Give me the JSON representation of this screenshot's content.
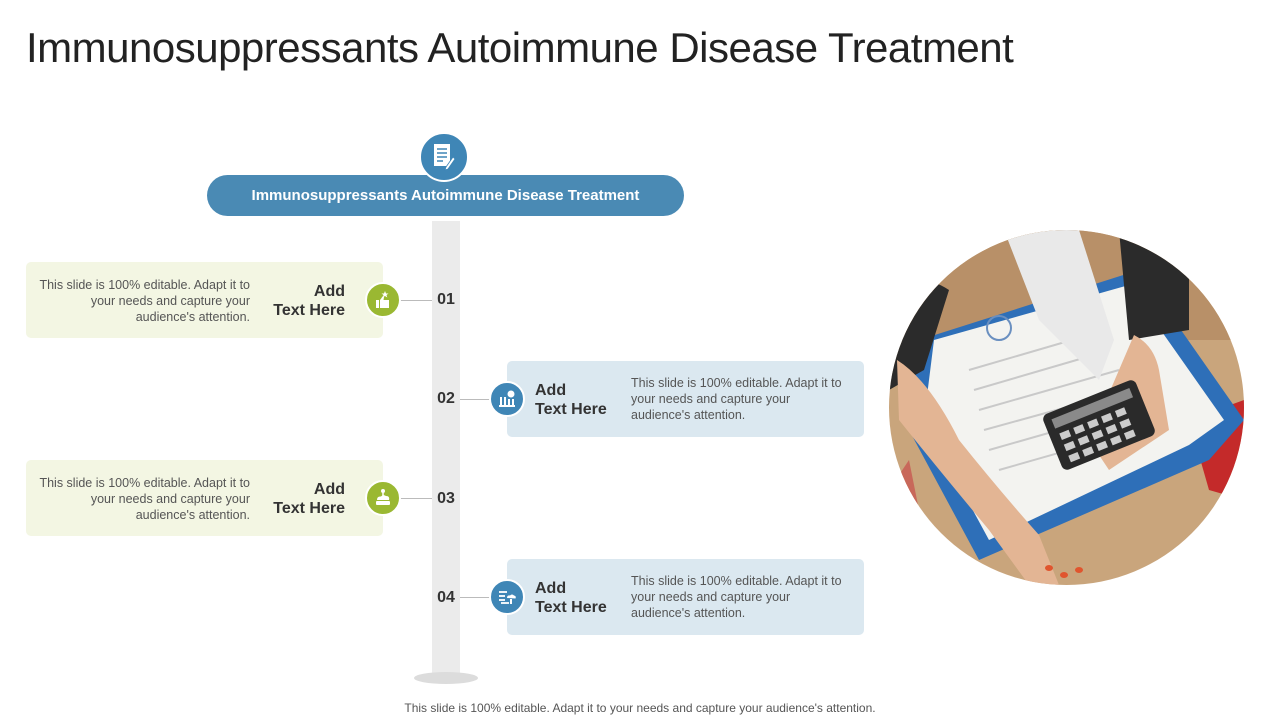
{
  "slide": {
    "title": "Immunosuppressants Autoimmune Disease Treatment",
    "header_label": "Immunosuppressants Autoimmune Disease Treatment",
    "header_icon": "document-icon",
    "items": [
      {
        "number": "01",
        "heading_line1": "Add",
        "heading_line2": "Text Here",
        "description": "This slide is 100% editable. Adapt it to your needs and capture your audience's attention.",
        "icon": "thumbs-up-star-icon",
        "side": "left",
        "color": "#9ab832"
      },
      {
        "number": "02",
        "heading_line1": "Add",
        "heading_line2": "Text Here",
        "description": "This slide is 100% editable. Adapt it to your needs and capture your audience's attention.",
        "icon": "bank-dollar-icon",
        "side": "right",
        "color": "#3f86b6"
      },
      {
        "number": "03",
        "heading_line1": "Add",
        "heading_line2": "Text Here",
        "description": "This slide is 100% editable. Adapt it to your needs and capture your audience's attention.",
        "icon": "cloud-server-icon",
        "side": "left",
        "color": "#9ab832"
      },
      {
        "number": "04",
        "heading_line1": "Add",
        "heading_line2": "Text Here",
        "description": "This slide is 100% editable. Adapt it to your needs and capture your audience's attention.",
        "icon": "data-transfer-icon",
        "side": "right",
        "color": "#3f86b6"
      }
    ],
    "photo_subject": "hands-with-calculator-photo",
    "footer": "This slide is 100% editable. Adapt it to your needs and capture your audience's attention."
  },
  "colors": {
    "header_blue": "#4a8ab4",
    "accent_green": "#9ab832",
    "accent_blue": "#3f86b6",
    "card_left_bg": "#f3f6e3",
    "card_right_bg": "#dbe8f0"
  }
}
